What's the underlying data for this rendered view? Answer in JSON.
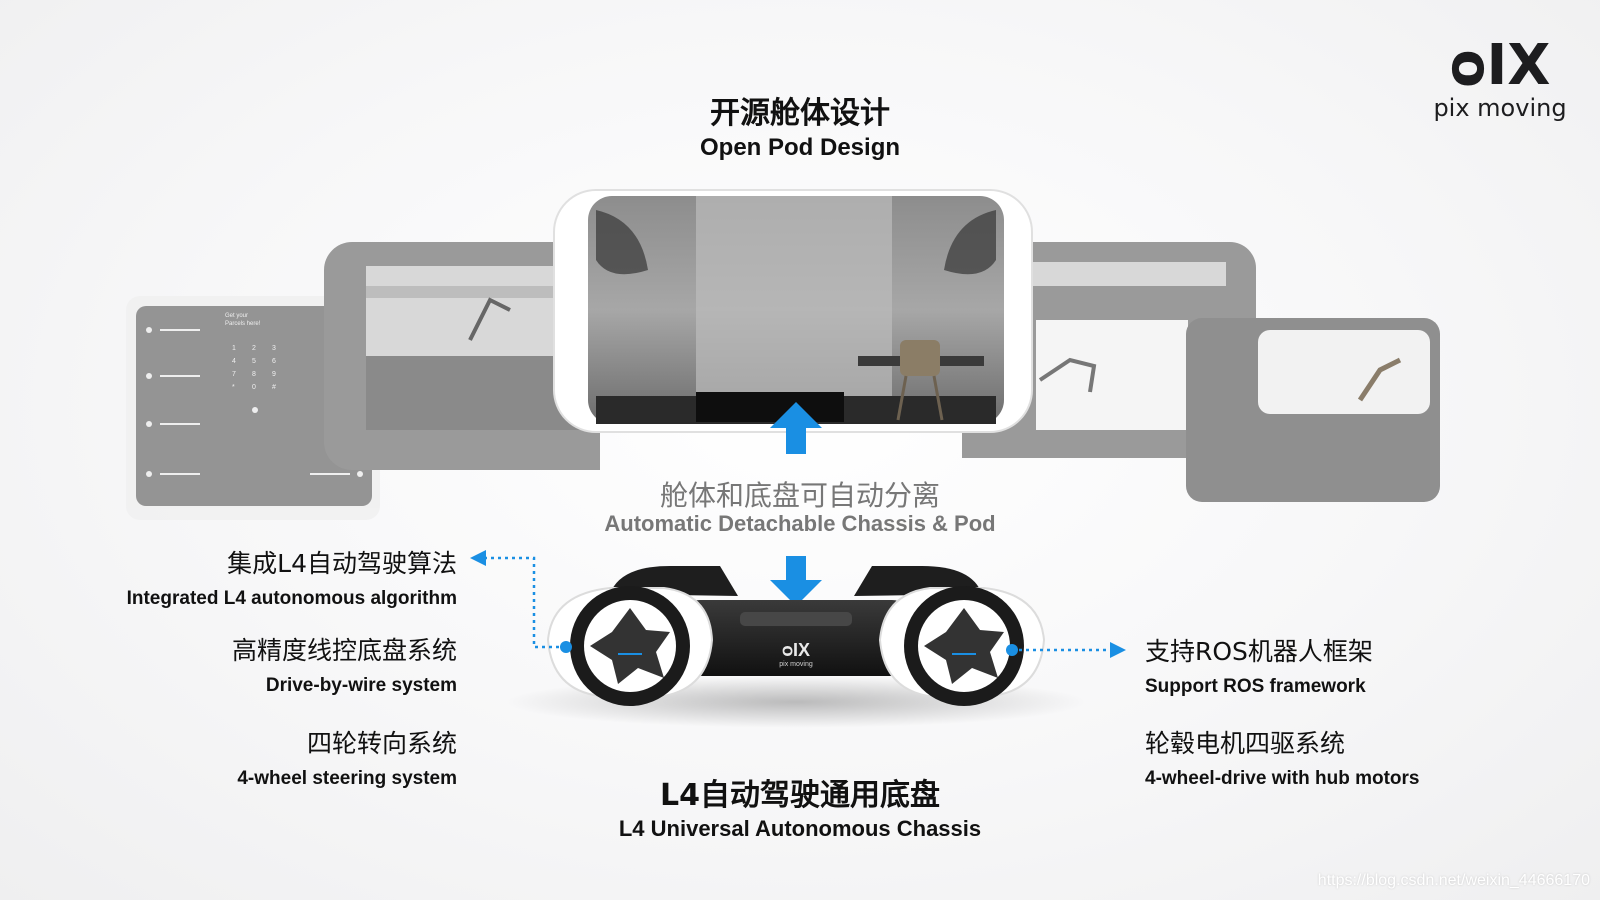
{
  "logo": {
    "mark": "ᴑIX",
    "wordmark": "pix moving"
  },
  "top": {
    "cn": "开源舱体设计",
    "en": "Open Pod Design"
  },
  "middle": {
    "cn": "舱体和底盘可自动分离",
    "en": "Automatic Detachable Chassis & Pod"
  },
  "bottom": {
    "cn": "L4自动驾驶通用底盘",
    "en": "L4 Universal Autonomous Chassis"
  },
  "left": [
    {
      "cn": "集成L4自动驾驶算法",
      "en": "Integrated L4 autonomous algorithm"
    },
    {
      "cn": "高精度线控底盘系统",
      "en": "Drive-by-wire system"
    },
    {
      "cn": "四轮转向系统",
      "en": "4-wheel steering system"
    }
  ],
  "right": [
    {
      "cn": "支持ROS机器人框架",
      "en": "Support ROS framework"
    },
    {
      "cn": "轮毂电机四驱系统",
      "en": "4-wheel-drive with hub motors"
    }
  ],
  "pod_panel": {
    "line1": "Get your",
    "line2": "Parcels here!"
  },
  "keypad": [
    "1",
    "2",
    "3",
    "4",
    "5",
    "6",
    "7",
    "8",
    "9",
    "*",
    "0",
    "#"
  ],
  "chassis_badge": {
    "mark": "ᴑIX",
    "sub": "pix moving"
  },
  "watermark": "https://blog.csdn.net/weixin_44666170",
  "colors": {
    "accent": "#1a8fe3",
    "text": "#111111",
    "subtext": "#7a7a7a",
    "pod_gray": "#8f8f8f"
  }
}
